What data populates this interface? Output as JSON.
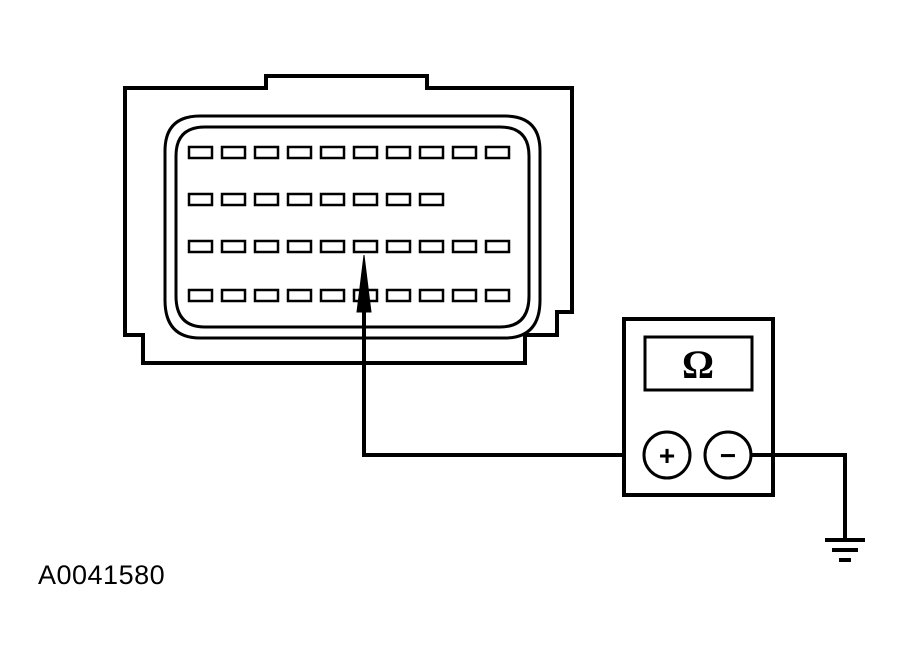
{
  "figure_id": "A0041580",
  "meter": {
    "symbol": "Ω",
    "positive_terminal": "+",
    "negative_terminal": "−"
  },
  "connector": {
    "pin_rows": [
      10,
      8,
      10,
      10
    ],
    "probed_pin": {
      "row": 3,
      "pin": 6
    }
  },
  "colors": {
    "line": "#000000",
    "background": "#ffffff"
  }
}
